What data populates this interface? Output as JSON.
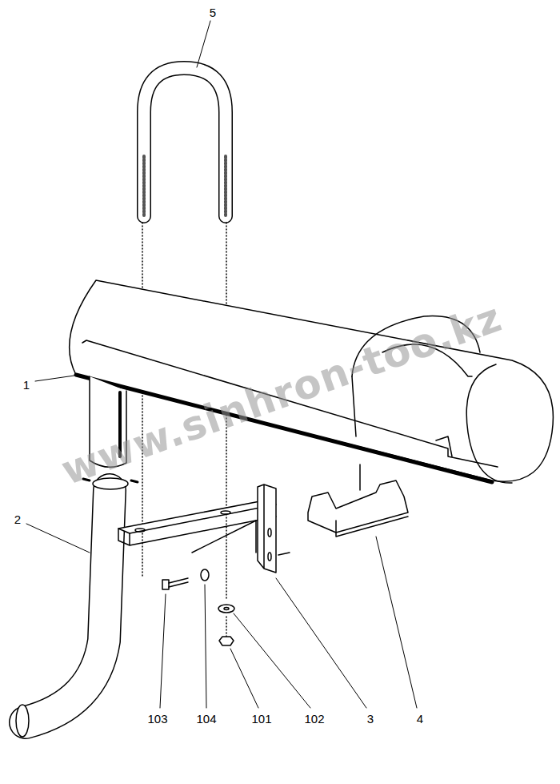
{
  "diagram": {
    "labels": [
      "5",
      "1",
      "2",
      "103",
      "104",
      "101",
      "102",
      "3",
      "4",
      "www.sinhron-too.kz"
    ]
  }
}
